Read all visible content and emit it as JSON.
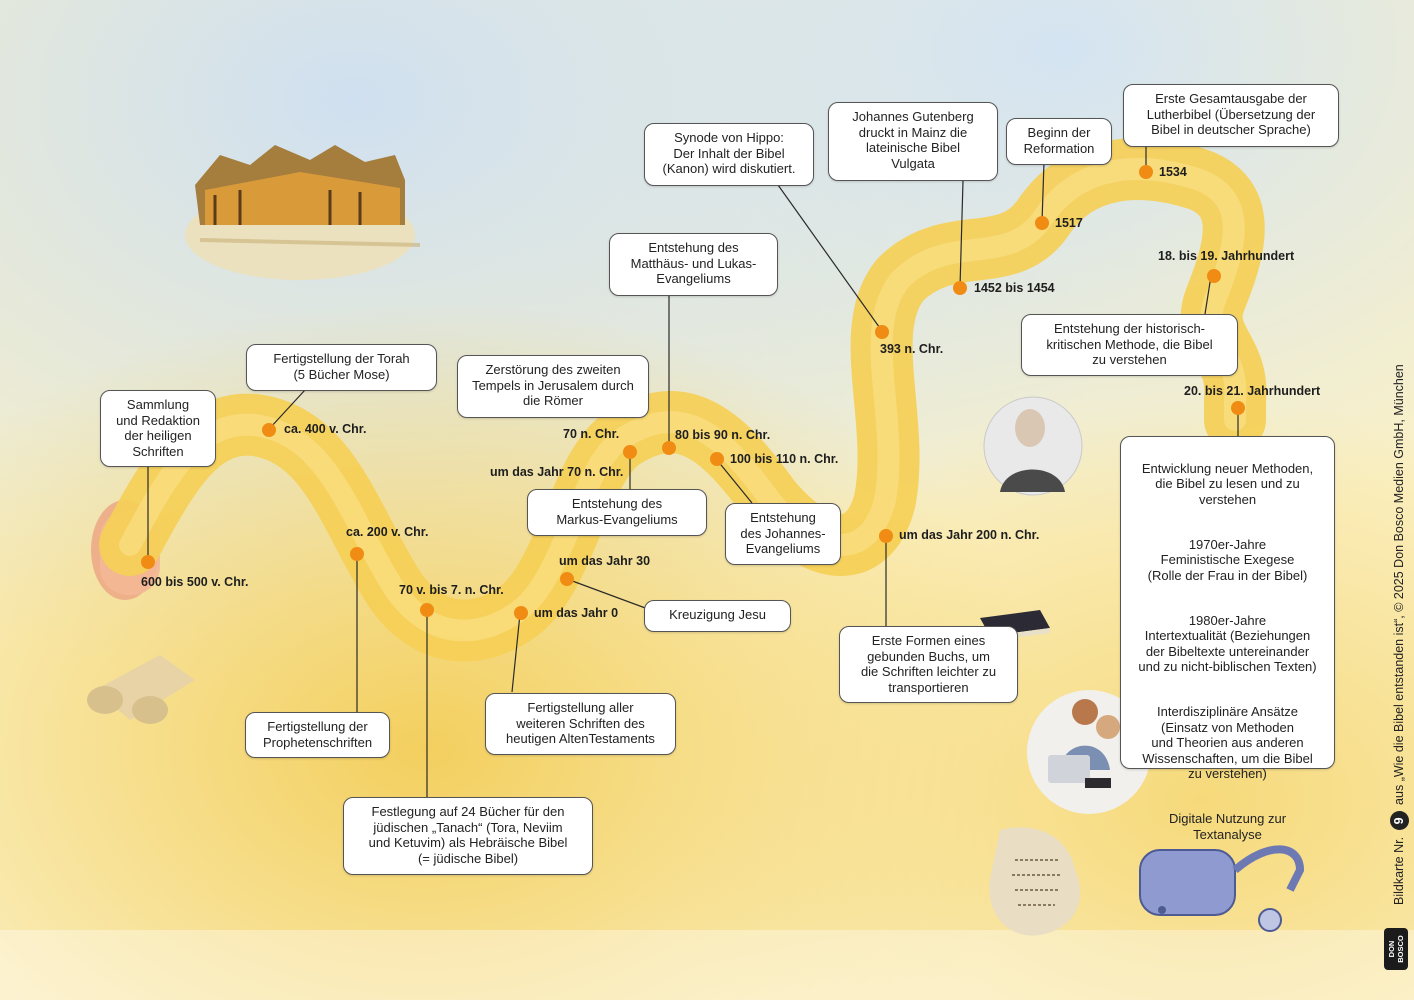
{
  "colors": {
    "path": "#f5cc4a",
    "dot": "#f08c14",
    "line": "#2a2a2a"
  },
  "dates": {
    "d600": "600 bis 500 v. Chr.",
    "d400": "ca. 400 v. Chr.",
    "d200": "ca. 200 v. Chr.",
    "d70v": "70 v. bis 7. n. Chr.",
    "d0": "um das Jahr 0",
    "d30": "um das Jahr 30",
    "d70n": "70 n. Chr.",
    "d70j": "um das Jahr 70 n. Chr.",
    "d80": "80 bis 90 n. Chr.",
    "d100": "100 bis 110 n. Chr.",
    "d200n": "um das Jahr 200 n. Chr.",
    "d393": "393 n. Chr.",
    "d1452": "1452 bis 1454",
    "d1517": "1517",
    "d1534": "1534",
    "d18": "18. bis 19. Jahrhundert",
    "d20": "20. bis 21. Jahrhundert"
  },
  "boxes": {
    "sammlung": "Sammlung\nund Redaktion\nder heiligen\nSchriften",
    "torah": "Fertigstellung der Torah\n(5 Bücher Mose)",
    "propheten": "Fertigstellung der\nProphetenschriften",
    "tanach": "Festlegung auf 24 Bücher für den\njüdischen „Tanach“ (Tora, Neviim\nund Ketuvim) als Hebräische Bibel\n(= jüdische Bibel)",
    "altes": "Fertigstellung aller\nweiteren Schriften des\nheutigen AltenTestaments",
    "kreuzigung": "Kreuzigung Jesu",
    "tempel": "Zerstörung des zweiten\nTempels in Jerusalem durch\ndie Römer",
    "markus": "Entstehung des\nMarkus-Evangeliums",
    "matthaeus": "Entstehung des\nMatthäus- und Lukas-\nEvangeliums",
    "johannes": "Entstehung\ndes Johannes-\nEvangeliums",
    "buch": "Erste Formen eines\ngebunden Buchs, um\ndie Schriften leichter zu\ntransportieren",
    "hippo": "Synode von Hippo:\nDer Inhalt der Bibel\n(Kanon) wird diskutiert.",
    "gutenberg": "Johannes Gutenberg\ndruckt in Mainz die\nlateinische Bibel\nVulgata",
    "reformation": "Beginn der\nReformation",
    "luther": "Erste Gesamtausgabe der\nLutherbibel (Übersetzung der\nBibel in deutscher Sprache)",
    "historisch": "Entstehung der historisch-\nkritischen Methode, die Bibel\nzu verstehen",
    "methoden": [
      "Entwicklung neuer Methoden,\ndie Bibel zu lesen und zu\nverstehen",
      "1970er-Jahre\nFeministische Exegese\n(Rolle der Frau in der Bibel)",
      "1980er-Jahre\nIntertextualität (Beziehungen\nder Bibeltexte untereinander\nund zu nicht-biblischen Texten)",
      "Interdisziplinäre Ansätze\n(Einsatz von Methoden\nund Theorien aus anderen\nWissenschaften, um die Bibel\nzu verstehen)",
      "Digitale Nutzung zur\nTextanalyse"
    ]
  },
  "credit": {
    "prefix": "Bildkarte Nr.",
    "number": "9",
    "suffix": "aus „Wie die Bibel entstanden ist“, © 2025 Don Bosco Medien GmbH, München"
  },
  "logo": "DON BOSCO"
}
